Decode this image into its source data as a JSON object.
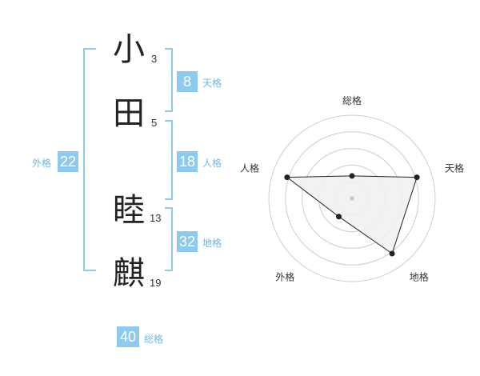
{
  "name": {
    "chars": [
      {
        "char": "小",
        "strokes": "3"
      },
      {
        "char": "田",
        "strokes": "5"
      },
      {
        "char": "睦",
        "strokes": "13"
      },
      {
        "char": "麒",
        "strokes": "19"
      }
    ]
  },
  "fortune": {
    "tenkaku": {
      "value": "8",
      "label": "天格"
    },
    "jinkaku": {
      "value": "18",
      "label": "人格"
    },
    "chikaku": {
      "value": "32",
      "label": "地格"
    },
    "gaikaku": {
      "value": "22",
      "label": "外格"
    },
    "soukaku": {
      "value": "40",
      "label": "総格"
    }
  },
  "colors": {
    "accent": "#8ec9ee",
    "label": "#6fb8e6",
    "text": "#222222",
    "radar_fill": "#f0f0f0",
    "radar_line": "#222222",
    "ring": "#cccccc"
  },
  "chart_data": {
    "type": "radar",
    "axes": [
      "総格",
      "天格",
      "地格",
      "外格",
      "人格"
    ],
    "values": [
      0.27,
      0.82,
      0.82,
      0.27,
      0.82
    ],
    "rings": 5,
    "range": [
      0,
      1
    ]
  }
}
